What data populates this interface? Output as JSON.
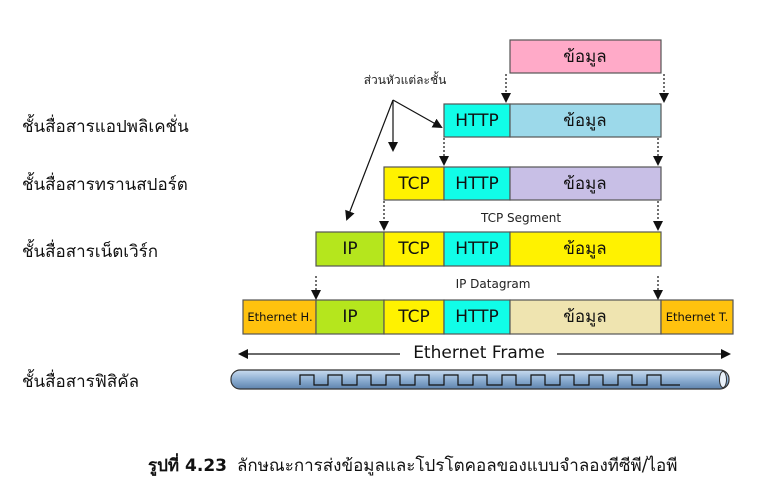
{
  "layers": {
    "application": "ชั้นสื่อสารแอปพลิเคชั่น",
    "transport": "ชั้นสื่อสารทรานสปอร์ต",
    "network": "ชั้นสื่อสารเน็ตเวิร์ก",
    "physical": "ชั้นสื่อสารฟิสิคัล"
  },
  "header_note": "ส่วนหัวแต่ละชั้น",
  "fields": {
    "data": "ข้อมูล",
    "http": "HTTP",
    "tcp": "TCP",
    "ip": "IP",
    "eth_header": "Ethernet H.",
    "eth_trailer": "Ethernet T."
  },
  "labels": {
    "tcp_segment": "TCP Segment",
    "ip_datagram": "IP Datagram",
    "ethernet_frame": "Ethernet Frame"
  },
  "caption": {
    "number": "รูปที่ 4.23",
    "text": "ลักษณะการส่งข้อมูลและโปรโตคอลของแบบจำลองทีซีพี/ไอพี"
  },
  "colors": {
    "data_app": "#ffaac8",
    "data_http": "#9cd9ea",
    "data_tcp": "#c8bfe6",
    "data_ip": "#fff200",
    "data_eth": "#efe4b0",
    "http": "#11fde8",
    "tcp": "#fff200",
    "ip": "#b5e61d",
    "eth": "#ffc20e"
  }
}
